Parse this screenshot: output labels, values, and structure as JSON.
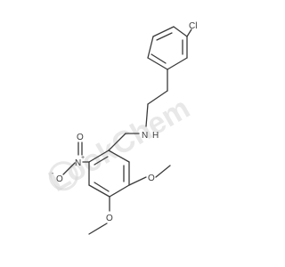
{
  "watermark": "LookChem",
  "atoms": {
    "chlorine": "Cl",
    "amine_n": "N",
    "amine_h": "H",
    "nitro_n": "N",
    "nitro_plus": "+",
    "nitro_o_double": "O",
    "nitro_o_single": "O",
    "nitro_minus": "-",
    "methoxy_o_upper": "O",
    "methoxy_o_lower": "O"
  },
  "colors": {
    "bond": "#3a3a3a",
    "watermark": "#d6d6d6",
    "background": "#ffffff"
  }
}
